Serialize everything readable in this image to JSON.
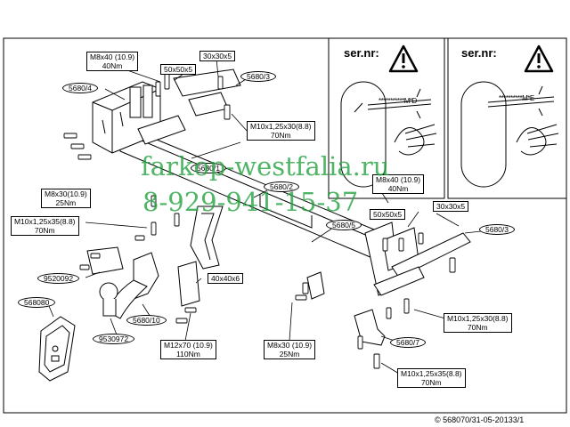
{
  "serial_panels": [
    {
      "label": "ser.nr:",
      "plate_text": "***********M*D"
    },
    {
      "label": "ser.nr:",
      "plate_text": "**********M*E"
    }
  ],
  "watermark": {
    "site": "farkop-westfalia.ru",
    "phone": "8-929-941-15-37"
  },
  "callouts": {
    "bolt_m8x40_top": {
      "size": "M8x40 (10.9)",
      "torque": "40Nm"
    },
    "dim_50x50x5_top": "50x50x5",
    "dim_30x30x5_top": "30x30x5",
    "part_5680_4": "5680/4",
    "part_5680_3_top": "5680/3",
    "bolt_m10_top": {
      "size": "M10x1,25x30(8.8)",
      "torque": "70Nm"
    },
    "part_5680_1": "5680/1",
    "bolt_m8x30_left": {
      "size": "M8x30(10.9)",
      "torque": "25Nm"
    },
    "bolt_m10_left": {
      "size": "M10x1,25x35(8.8)",
      "torque": "70Nm"
    },
    "part_5680_2": "5680/2",
    "bolt_m8x40_right": {
      "size": "M8x40 (10.9)",
      "torque": "40Nm"
    },
    "dim_30x30x5_right": "30x30x5",
    "dim_50x50x5_right": "50x50x5",
    "part_5680_5": "5680/5",
    "part_5680_3_right": "5680/3",
    "part_9520092": "9520092",
    "dim_40x40x6": "40x40x6",
    "part_568080": "568080",
    "part_5680_10": "5680/10",
    "part_9530972": "9530972",
    "bolt_m12x70": {
      "size": "M12x70 (10.9)",
      "torque": "110Nm"
    },
    "bolt_m8x30_bottom": {
      "size": "M8x30 (10.9)",
      "torque": "25Nm"
    },
    "bolt_m10_right": {
      "size": "M10x1,25x30(8.8)",
      "torque": "70Nm"
    },
    "part_5680_7": "5680/7",
    "bolt_m10_bottom": {
      "size": "M10x1,25x35(8.8)",
      "torque": "70Nm"
    }
  },
  "copyright": "© 568070/31-05-20133/1"
}
